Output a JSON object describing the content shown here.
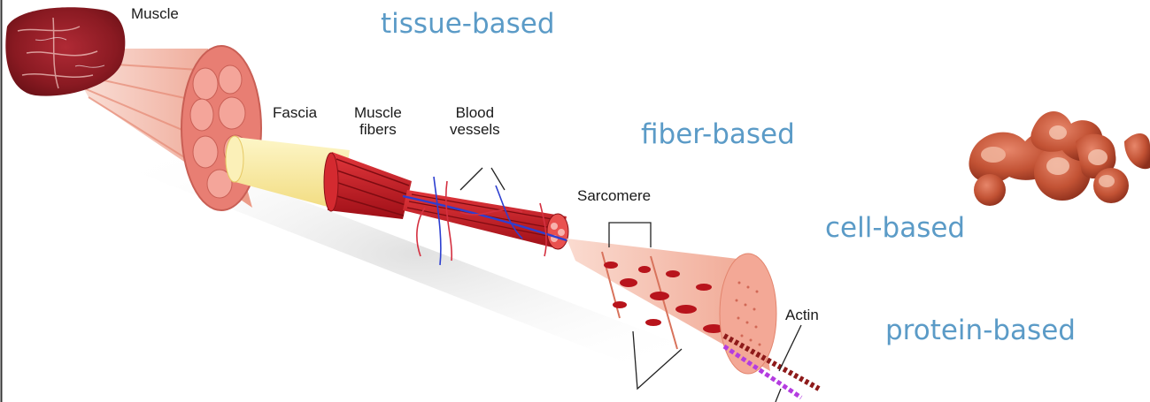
{
  "diagram": {
    "labels": {
      "muscle": "Muscle",
      "fascia": "Fascia",
      "muscle_fibers": "Muscle\nfibers",
      "blood_vessels": "Blood\nvessels",
      "sarcomere": "Sarcomere",
      "actin": "Actin"
    }
  },
  "categories": {
    "tissue": "tissue-based",
    "fiber": "fiber-based",
    "cell": "cell-based",
    "protein": "protein-based"
  },
  "colors": {
    "category_text": "#5b9bc7",
    "muscle_tissue": "#e77f6f",
    "fiber_red": "#b8141c",
    "fascia_yellow": "#f6e79a",
    "blood_vessel_blue": "#2d3fd0",
    "actin_purple": "#b43ce0",
    "cell_brown": "#b1452b"
  }
}
